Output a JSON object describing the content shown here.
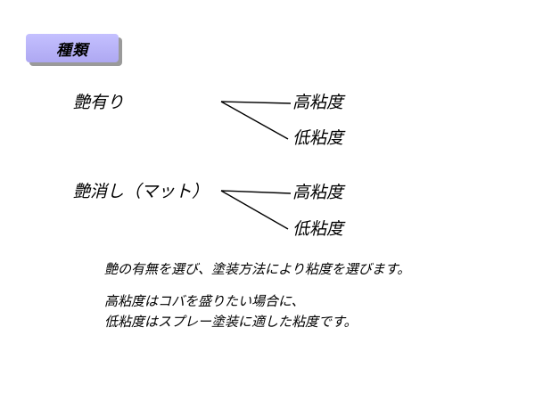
{
  "title": "種類",
  "groups": [
    {
      "label": "艶有り",
      "branches": [
        "高粘度",
        "低粘度"
      ]
    },
    {
      "label": "艶消し（マット）",
      "branches": [
        "高粘度",
        "低粘度"
      ]
    }
  ],
  "notes": [
    "艶の有無を選び、塗装方法により粘度を選びます。",
    "高粘度はコバを盛りたい場合に、",
    "低粘度はスプレー塗装に適した粘度です。"
  ]
}
